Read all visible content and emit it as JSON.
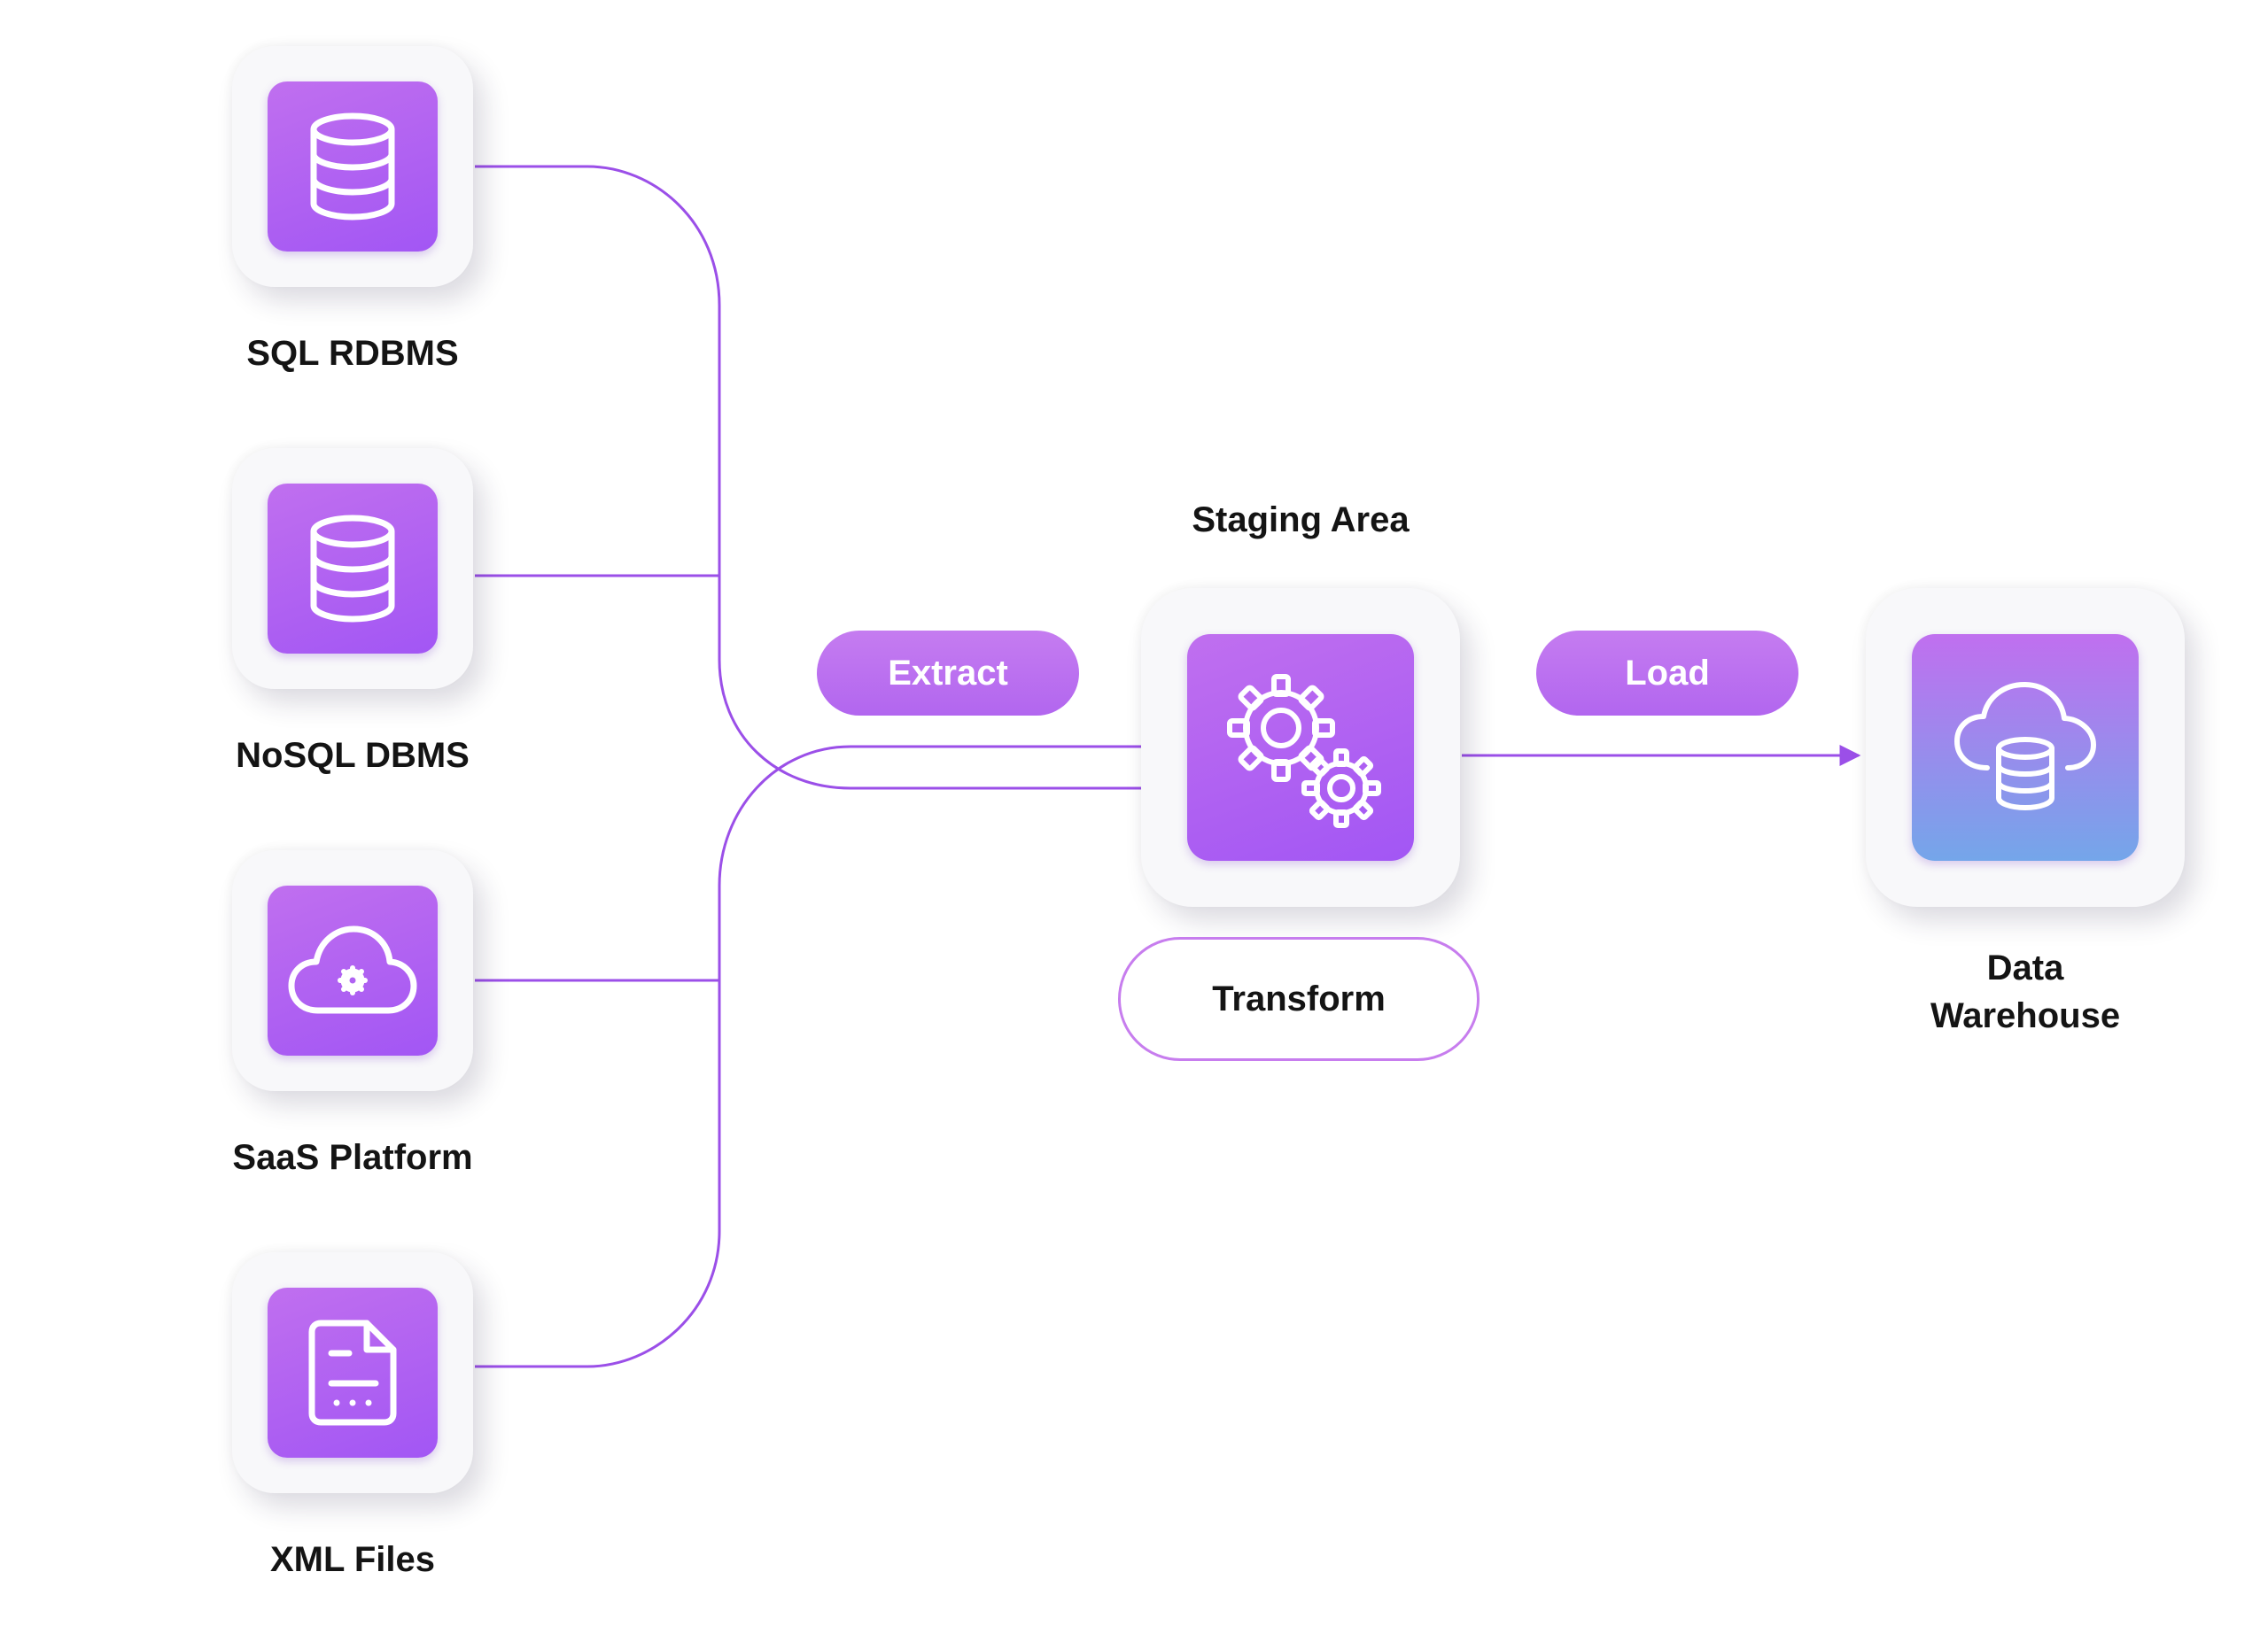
{
  "sources": [
    {
      "label": "SQL RDBMS",
      "icon": "database-icon"
    },
    {
      "label": "NoSQL DBMS",
      "icon": "database-icon"
    },
    {
      "label": "SaaS Platform",
      "icon": "cloud-gear-icon"
    },
    {
      "label": "XML Files",
      "icon": "document-icon"
    }
  ],
  "staging": {
    "title": "Staging Area",
    "icon": "gears-icon"
  },
  "steps": {
    "extract": "Extract",
    "transform": "Transform",
    "load": "Load"
  },
  "destination": {
    "label_line1": "Data",
    "label_line2": "Warehouse",
    "icon": "cloud-database-icon"
  },
  "colors": {
    "accent": "#a256f4",
    "line": "#9b4fe8",
    "warehouse_gradient_end": "#74a6ea"
  }
}
